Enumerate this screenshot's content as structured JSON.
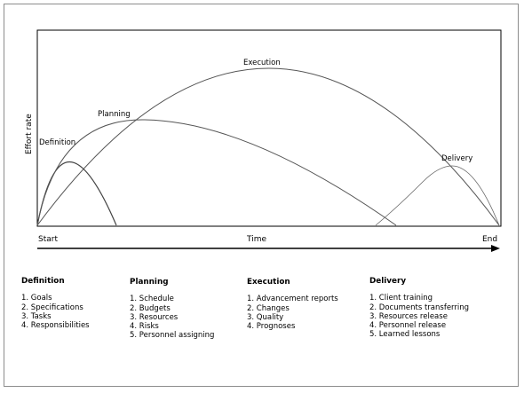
{
  "diagram": {
    "y_axis_label": "Effort rate",
    "x_axis_label": "Time",
    "x_start_label": "Start",
    "x_end_label": "End",
    "curve_labels": {
      "definition": "Definition",
      "planning": "Planning",
      "execution": "Execution",
      "delivery": "Delivery"
    }
  },
  "phases": [
    {
      "title": "Definition",
      "items": [
        "1.  Goals",
        "2.  Specifications",
        "3.  Tasks",
        "4.  Responsibilities"
      ]
    },
    {
      "title": "Planning",
      "items": [
        "1.  Schedule",
        "2.  Budgets",
        "3.  Resources",
        "4.  Risks",
        "5.  Personnel assigning"
      ]
    },
    {
      "title": "Execution",
      "items": [
        "1.  Advancement reports",
        "2.  Changes",
        "3.  Quality",
        "4.  Prognoses"
      ]
    },
    {
      "title": "Delivery",
      "items": [
        "1.  Client training",
        "2.  Documents transferring",
        "3.  Resources release",
        "4.  Personnel release",
        "5.  Learned lessons"
      ]
    }
  ],
  "colors": {
    "line": "#555555",
    "frame": "#8c8c8c",
    "axis": "#000000"
  }
}
